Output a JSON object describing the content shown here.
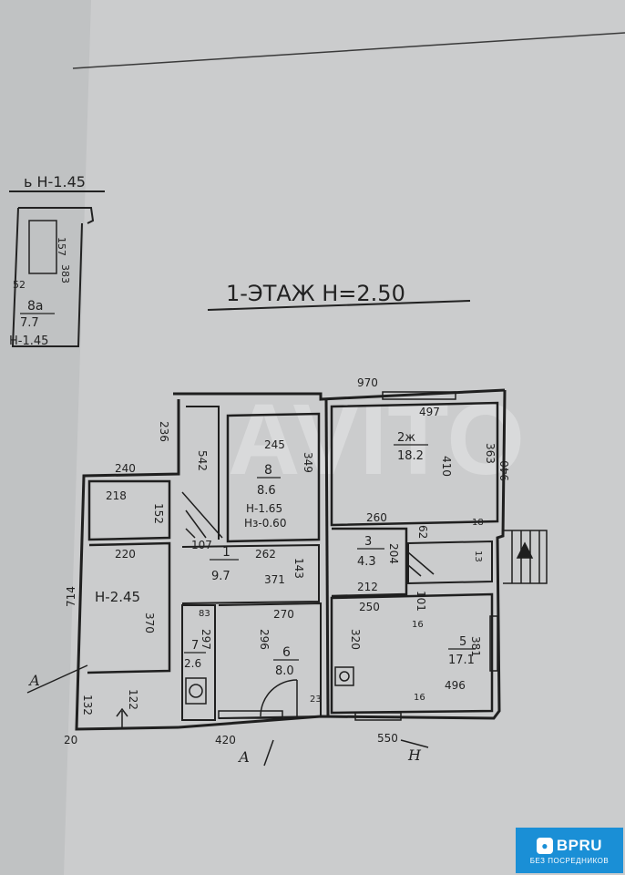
{
  "heading": "1-ЭТАЖ Н=2.50",
  "annex": {
    "title": "ь Н-1.45",
    "room": "8а",
    "area": "7.7",
    "height": "Н-1.45",
    "dims": [
      "157",
      "383",
      "52"
    ]
  },
  "rooms": [
    {
      "id": "room-1",
      "number": "1",
      "area": "9.7"
    },
    {
      "id": "room-2",
      "number": "2ж",
      "area": "18.2"
    },
    {
      "id": "room-3",
      "number": "3",
      "area": "4.3"
    },
    {
      "id": "room-5",
      "number": "5",
      "area": "17.1"
    },
    {
      "id": "room-6",
      "number": "6",
      "area": "8.0"
    },
    {
      "id": "room-7",
      "number": "7",
      "area": "2.6"
    },
    {
      "id": "room-8",
      "number": "8",
      "area": "8.6"
    }
  ],
  "room8_notes": [
    "Н-1.65",
    "Нз-0.60"
  ],
  "veranda_height": "Н-2.45",
  "dimensions": {
    "top_total": "970",
    "right_total": "940",
    "left_total": "714",
    "bottom_left": "420",
    "bottom_right": "550",
    "d497": "497",
    "d363": "363",
    "d410": "410",
    "d245": "245",
    "d349": "349",
    "d542": "542",
    "d236": "236",
    "d240": "240",
    "d218": "218",
    "d152": "152",
    "d220": "220",
    "d107": "107",
    "d262": "262",
    "d371": "371",
    "d143": "143",
    "d260": "260",
    "d62": "62",
    "d204": "204",
    "d212": "212",
    "d250": "250",
    "d101": "101",
    "d16a": "16",
    "d270": "270",
    "d83": "83",
    "d297": "297",
    "d296": "296",
    "d370": "370",
    "d320": "320",
    "d381": "381",
    "d496": "496",
    "d16b": "16",
    "d18": "18",
    "d13": "13",
    "d122": "122",
    "d132": "132",
    "d20": "20",
    "d23": "23"
  },
  "section_marks": {
    "a": "А",
    "a_bottom": "А",
    "h_bottom": "Н"
  },
  "watermark": "AVITO",
  "badge": {
    "name": "BPRU",
    "subtitle": "БЕЗ ПОСРЕДНИКОВ"
  }
}
